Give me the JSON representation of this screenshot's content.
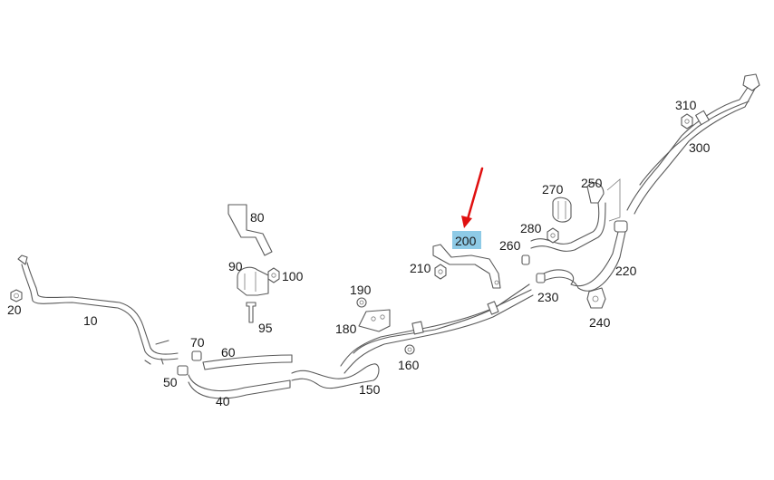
{
  "parts": [
    {
      "id": "p10",
      "label": "10"
    },
    {
      "id": "p20",
      "label": "20"
    },
    {
      "id": "p40",
      "label": "40"
    },
    {
      "id": "p50",
      "label": "50"
    },
    {
      "id": "p60",
      "label": "60"
    },
    {
      "id": "p70",
      "label": "70"
    },
    {
      "id": "p80",
      "label": "80"
    },
    {
      "id": "p90",
      "label": "90"
    },
    {
      "id": "p95",
      "label": "95"
    },
    {
      "id": "p100",
      "label": "100"
    },
    {
      "id": "p150",
      "label": "150"
    },
    {
      "id": "p160",
      "label": "160"
    },
    {
      "id": "p180",
      "label": "180"
    },
    {
      "id": "p190",
      "label": "190"
    },
    {
      "id": "p200",
      "label": "200"
    },
    {
      "id": "p210",
      "label": "210"
    },
    {
      "id": "p220",
      "label": "220"
    },
    {
      "id": "p230",
      "label": "230"
    },
    {
      "id": "p240",
      "label": "240"
    },
    {
      "id": "p250",
      "label": "250"
    },
    {
      "id": "p260",
      "label": "260"
    },
    {
      "id": "p270",
      "label": "270"
    },
    {
      "id": "p280",
      "label": "280"
    },
    {
      "id": "p300",
      "label": "300"
    },
    {
      "id": "p310",
      "label": "310"
    }
  ],
  "highlight": {
    "label": "200",
    "color": "#8ecae6"
  },
  "arrow": {
    "color": "#e01010"
  }
}
